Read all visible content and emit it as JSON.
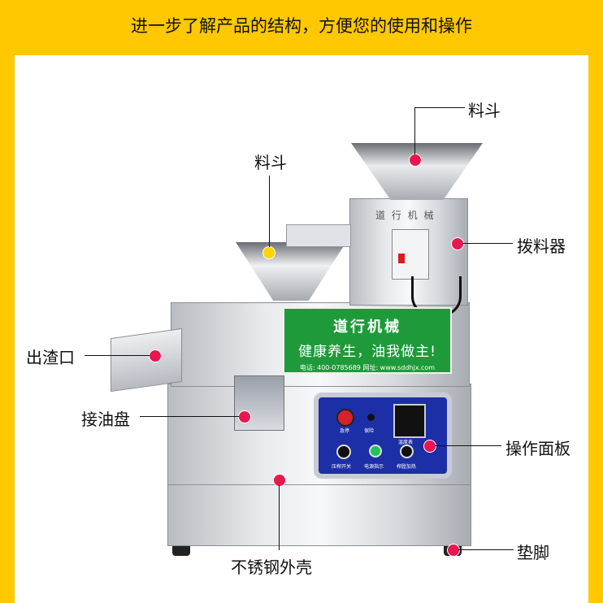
{
  "header": {
    "title": "进一步了解产品的结构，方便您的使用和操作"
  },
  "labels": {
    "hopper_top": "料斗",
    "hopper_left": "料斗",
    "stirrer": "拨料器",
    "residue_outlet": "出渣口",
    "oil_tray": "接油盘",
    "control_panel": "操作面板",
    "shell": "不锈钢外壳",
    "feet": "垫脚"
  },
  "brand_plate": {
    "name": "道行机械",
    "slogan": "健康养生，油我做主!",
    "contact": "电话: 400-0785689    网址: www.sddhjx.com"
  },
  "top_box_text": "道 行 机 械",
  "control_texts": {
    "stop": "急停",
    "heat": "保险",
    "temp": "温度表",
    "switch": "压榨开关",
    "power": "电源指示",
    "heating": "榨膛加热"
  },
  "colors": {
    "background": "#ffc800",
    "marker_red": "#e8174f",
    "marker_yellow": "#ffd400",
    "plate_green": "#1f9a3a",
    "panel_blue": "#1c2fa6"
  }
}
